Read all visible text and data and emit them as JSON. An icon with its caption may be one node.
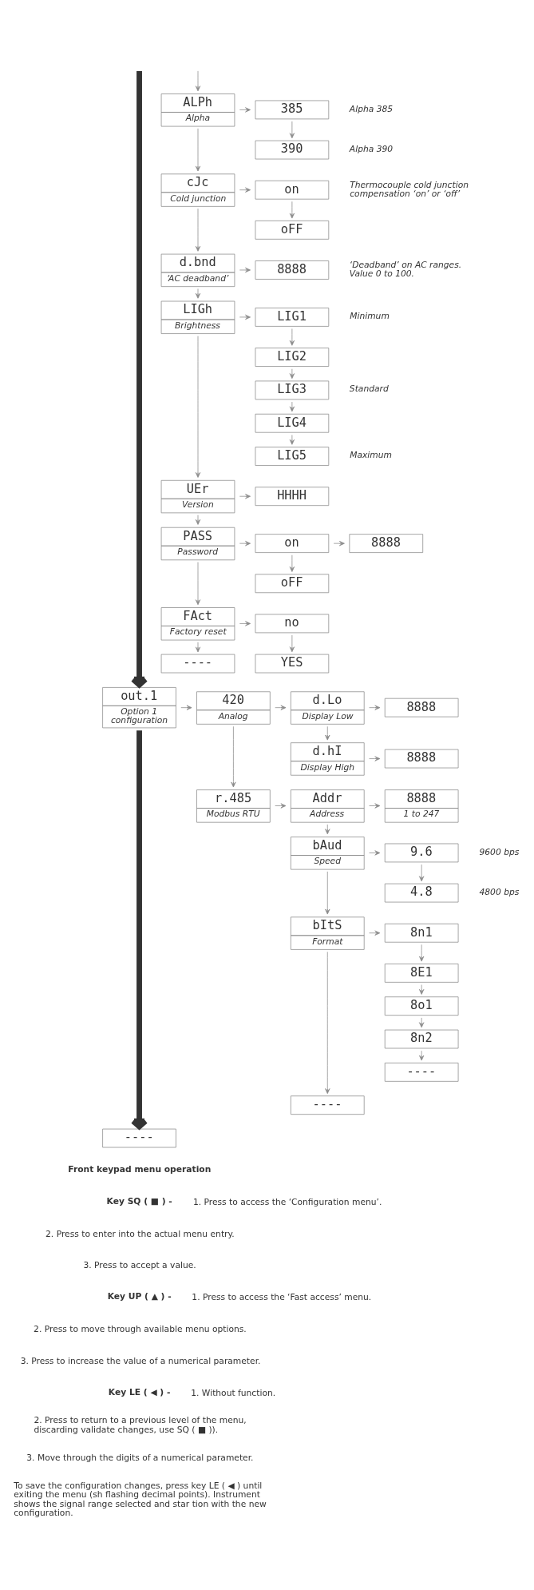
{
  "diagram": {
    "nodes": [
      {
        "text": [
          "ALPh",
          "Alpha"
        ]
      },
      {
        "text": [
          "385"
        ],
        "beside": [
          "Alpha 385"
        ]
      },
      {
        "text": [
          "390"
        ],
        "beside": [
          "Alpha 390"
        ]
      },
      {
        "text": [
          "cJc",
          "Cold junction"
        ]
      },
      {
        "text": [
          "on"
        ]
      },
      {
        "text": [
          "oFF"
        ]
      },
      {
        "text": [
          "d.bnd",
          "‘AC deadband’"
        ]
      },
      {
        "text": [
          "8888"
        ],
        "beside": [
          "‘Deadband’ on AC ranges. Value 0 to 100."
        ]
      },
      {
        "text": [
          "LIGh",
          "Brightness"
        ]
      },
      {
        "text": [
          "LIG1"
        ],
        "beside": [
          "Minimum"
        ]
      },
      {
        "text": [
          "LIG2"
        ]
      },
      {
        "text": [
          "LIG3"
        ],
        "beside": [
          "Standard"
        ]
      },
      {
        "text": [
          "LIG4"
        ]
      },
      {
        "text": [
          "LIG5"
        ],
        "beside": [
          "Maximum"
        ]
      },
      {
        "text": [
          "UEr",
          "Version"
        ]
      },
      {
        "text": [
          "HHHH"
        ]
      },
      {
        "text": [
          "PASS",
          "Password"
        ]
      },
      {
        "text": [
          "on"
        ]
      },
      {
        "text": [
          "8888"
        ]
      },
      {
        "text": [
          "oFF"
        ]
      },
      {
        "text": [
          "FAct",
          "Factory reset"
        ]
      },
      {
        "text": [
          "no"
        ]
      },
      {
        "text": [
          "YES"
        ]
      },
      {
        "text": [
          "----"
        ]
      },
      {
        "text": [
          "out.1",
          "Option 1 configuration"
        ]
      },
      {
        "text": [
          "420",
          "Analog"
        ]
      },
      {
        "text": [
          "d.Lo",
          "Display Low"
        ]
      },
      {
        "text": [
          "8888"
        ]
      },
      {
        "text": [
          "d.hI",
          "Display High"
        ]
      },
      {
        "text": [
          "8888"
        ]
      },
      {
        "text": [
          "r.485",
          "Modbus RTU"
        ]
      },
      {
        "text": [
          "Addr",
          "Address"
        ]
      },
      {
        "text": [
          "8888",
          "1 to 247"
        ]
      },
      {
        "text": [
          "bAud",
          "Speed"
        ]
      },
      {
        "text": [
          "9.6"
        ],
        "beside": [
          "9600 bps"
        ]
      },
      {
        "text": [
          "4.8"
        ],
        "beside": [
          "4800 bps"
        ]
      },
      {
        "text": [
          "bItS",
          "Format"
        ]
      },
      {
        "text": [
          "8n1"
        ]
      },
      {
        "text": [
          "8E1"
        ]
      },
      {
        "text": [
          "8o1"
        ]
      },
      {
        "text": [
          "8n2"
        ]
      },
      {
        "text": [
          "----"
        ]
      },
      {
        "text": [
          "----"
        ]
      },
      {
        "text": [
          "----"
        ]
      }
    ],
    "edges": [
      {
        "from": null,
        "to": 0,
        "arrow": "to"
      },
      {
        "from": 0,
        "to": 1,
        "arrow": "to"
      },
      {
        "from": 1,
        "to": 2,
        "arrow": "to"
      },
      {
        "from": 0,
        "to": 3,
        "arrow": "to"
      },
      {
        "from": 3,
        "to": 4,
        "arrow": "to"
      },
      {
        "from": 4,
        "to": 5,
        "arrow": "to"
      },
      {
        "from": 3,
        "to": 6,
        "arrow": "to"
      },
      {
        "from": 6,
        "to": 7,
        "arrow": "to"
      },
      {
        "from": 6,
        "to": 8,
        "arrow": "to"
      },
      {
        "from": 8,
        "to": 9,
        "arrow": "to"
      },
      {
        "from": 9,
        "to": 10,
        "arrow": "to"
      },
      {
        "from": 10,
        "to": 11,
        "arrow": "to"
      },
      {
        "from": 11,
        "to": 12,
        "arrow": "to"
      },
      {
        "from": 12,
        "to": 13,
        "arrow": "to"
      },
      {
        "from": 8,
        "to": 14,
        "arrow": "to"
      },
      {
        "from": 14,
        "to": 15,
        "arrow": "to"
      },
      {
        "from": 14,
        "to": 16,
        "arrow": "to"
      },
      {
        "from": 16,
        "to": 17,
        "arrow": "to"
      },
      {
        "from": 17,
        "to": 18,
        "arrow": "to"
      },
      {
        "from": 17,
        "to": 19,
        "arrow": "to"
      },
      {
        "from": 16,
        "to": 20,
        "arrow": "to"
      },
      {
        "from": 20,
        "to": 21,
        "arrow": "to"
      },
      {
        "from": 21,
        "to": 22,
        "arrow": "to"
      },
      {
        "from": 20,
        "to": 23,
        "arrow": "to"
      },
      {
        "from": null,
        "to": 24,
        "arrow": "to",
        "style": "thick",
        "color": "#333333"
      },
      {
        "from": 24,
        "to": 25,
        "arrow": "to"
      },
      {
        "from": 25,
        "to": 26,
        "arrow": "to"
      },
      {
        "from": 26,
        "to": 27,
        "arrow": "to"
      },
      {
        "from": 26,
        "to": 28,
        "arrow": "to"
      },
      {
        "from": 28,
        "to": 29,
        "arrow": "to"
      },
      {
        "from": 25,
        "to": 30,
        "arrow": "to"
      },
      {
        "from": 30,
        "to": 31,
        "arrow": "to"
      },
      {
        "from": 31,
        "to": 32,
        "arrow": "to"
      },
      {
        "from": 31,
        "to": 33,
        "arrow": "to"
      },
      {
        "from": 33,
        "to": 34,
        "arrow": "to"
      },
      {
        "from": 34,
        "to": 35,
        "arrow": "to"
      },
      {
        "from": 33,
        "to": 36,
        "arrow": "to"
      },
      {
        "from": 36,
        "to": 37,
        "arrow": "to"
      },
      {
        "from": 37,
        "to": 38,
        "arrow": "to"
      },
      {
        "from": 38,
        "to": 39,
        "arrow": "to"
      },
      {
        "from": 39,
        "to": 40,
        "arrow": "to"
      },
      {
        "from": 40,
        "to": 43,
        "arrow": "to"
      },
      {
        "from": 36,
        "to": 42,
        "arrow": "to"
      },
      {
        "from": 24,
        "to": 41,
        "arrow": "to",
        "style": "thick",
        "color": "#333333"
      }
    ],
    "labels": [
      "Thermocouple cold junction compensation ‘on’ or ‘off’",
      "Front keypad menu operation",
      "Key SQ ( ■ ) -",
      "1. Press to access the ‘Configuration menu’.",
      "2. Press to enter into the actual menu entry.",
      "3. Press to accept a value.",
      "Key UP ( ▲ ) -",
      "1. Press to access the ‘Fast access’ menu.",
      "2. Press to move through available menu options.",
      "3. Press to increase the value of a numerical parameter.",
      "Key LE ( ◀ ) -",
      "1. Without function.",
      "2. Press to return to a previous level of the menu, discarding validate changes, use SQ ( ■ )).",
      "3. Move through the digits of a numerical parameter.",
      "To save the configuration changes, press key LE ( ◀ ) until exiting the menu (sh flashing decimal points). Instrument shows the signal range selected and star tion with the new configuration."
    ]
  }
}
